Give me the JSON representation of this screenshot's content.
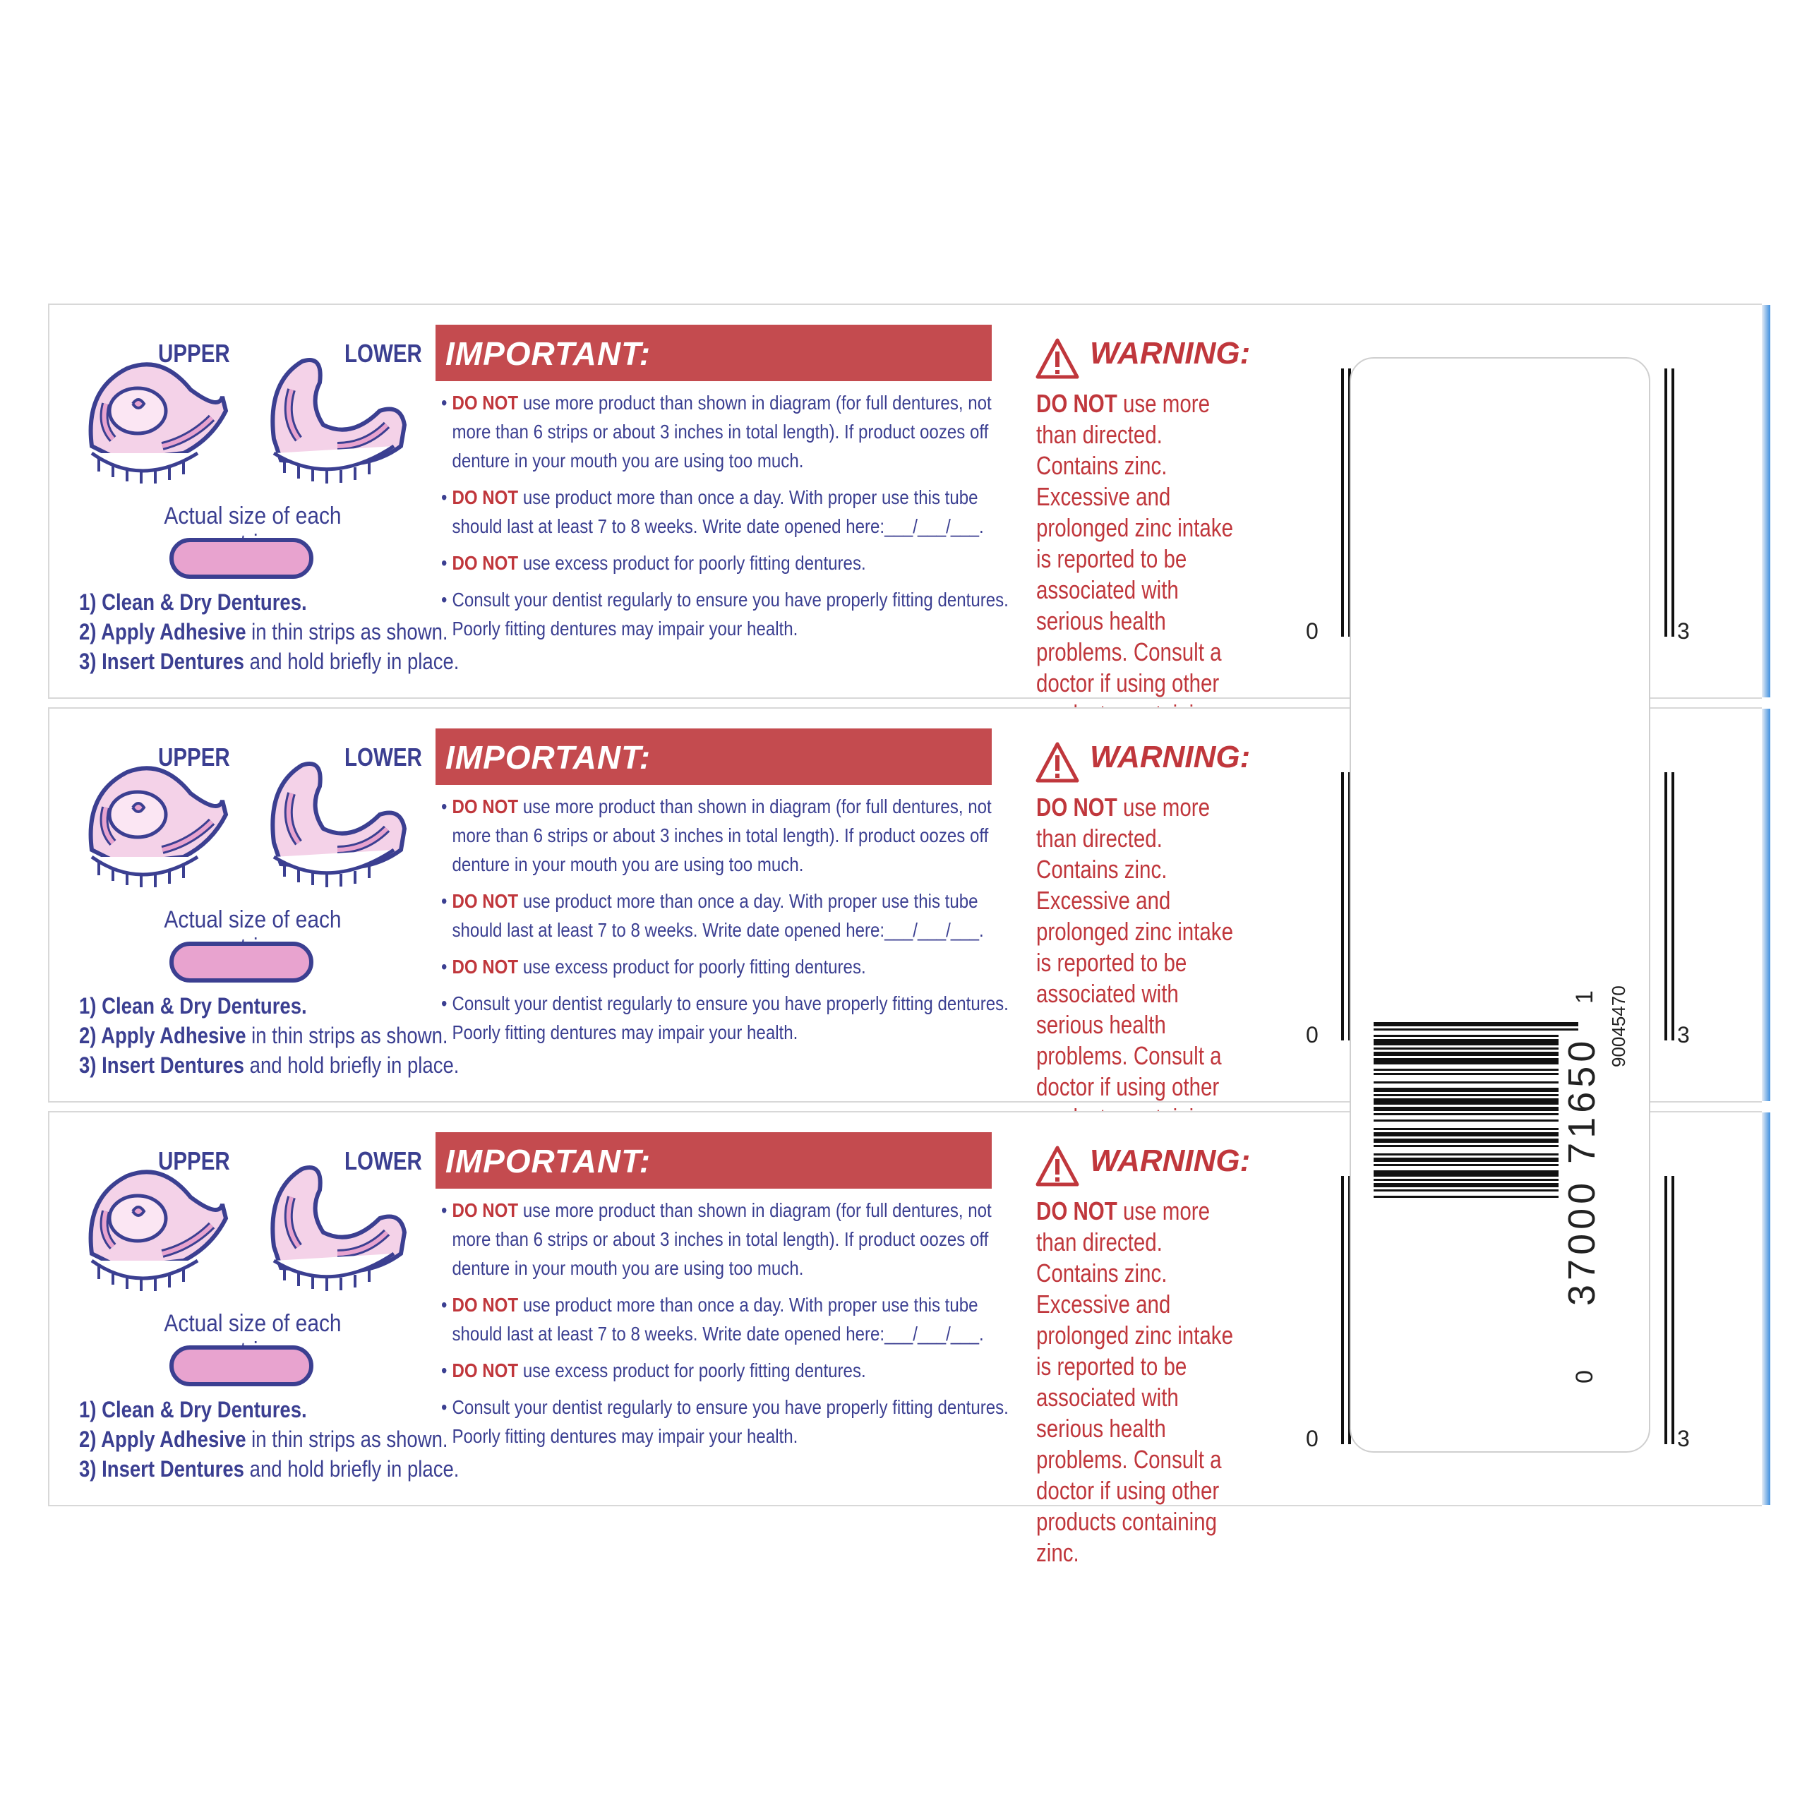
{
  "panels": [
    {
      "upper_label": "UPPER",
      "lower_label": "LOWER",
      "strip_label": "Actual size of each strip:",
      "steps": [
        {
          "bold": "1) Clean & Dry Dentures.",
          "rest": ""
        },
        {
          "bold": "2) Apply Adhesive",
          "rest": " in thin strips as shown."
        },
        {
          "bold": "3) Insert Dentures",
          "rest": " and hold briefly in place."
        }
      ],
      "important_title": "IMPORTANT:",
      "important_items": [
        {
          "lead": "DO NOT",
          "text": " use more product than shown in diagram (for full dentures, not more than 6 strips or about 3 inches in total length). If product oozes off denture in your mouth you are using too much."
        },
        {
          "lead": "DO NOT",
          "text": " use product more than once a day. With proper use this tube should last at least 7 to 8 weeks. Write date opened here:___/___/___."
        },
        {
          "lead": "DO NOT",
          "text": " use excess product for poorly fitting dentures."
        },
        {
          "lead": "",
          "text": "Consult your dentist regularly to ensure you have properly fitting dentures. Poorly fitting dentures may impair your health."
        }
      ],
      "warning_title": "WARNING:",
      "warning_lead": "DO NOT",
      "warning_text": " use more than directed. Contains zinc. Excessive and prolonged zinc intake is reported to be associated with serious health problems. Consult a doctor if using other products containing zinc.",
      "digit_left": "0",
      "digit_right": "3"
    },
    {
      "upper_label": "UPPER",
      "lower_label": "LOWER",
      "strip_label": "Actual size of each strip:",
      "steps": [
        {
          "bold": "1) Clean & Dry Dentures.",
          "rest": ""
        },
        {
          "bold": "2) Apply Adhesive",
          "rest": " in thin strips as shown."
        },
        {
          "bold": "3) Insert Dentures",
          "rest": " and hold briefly in place."
        }
      ],
      "important_title": "IMPORTANT:",
      "important_items": [
        {
          "lead": "DO NOT",
          "text": " use more product than shown in diagram (for full dentures, not more than 6 strips or about 3 inches in total length). If product oozes off denture in your mouth you are using too much."
        },
        {
          "lead": "DO NOT",
          "text": " use product more than once a day. With proper use this tube should last at least 7 to 8 weeks. Write date opened here:___/___/___."
        },
        {
          "lead": "DO NOT",
          "text": " use excess product for poorly fitting dentures."
        },
        {
          "lead": "",
          "text": "Consult your dentist regularly to ensure you have properly fitting dentures. Poorly fitting dentures may impair your health."
        }
      ],
      "warning_title": "WARNING:",
      "warning_lead": "DO NOT",
      "warning_text": " use more than directed. Contains zinc. Excessive and prolonged zinc intake is reported to be associated with serious health problems. Consult a doctor if using other products containing zinc.",
      "digit_left": "0",
      "digit_right": "3"
    },
    {
      "upper_label": "UPPER",
      "lower_label": "LOWER",
      "strip_label": "Actual size of each strip:",
      "steps": [
        {
          "bold": "1) Clean & Dry Dentures.",
          "rest": ""
        },
        {
          "bold": "2) Apply Adhesive",
          "rest": " in thin strips as shown."
        },
        {
          "bold": "3) Insert Dentures",
          "rest": " and hold briefly in place."
        }
      ],
      "important_title": "IMPORTANT:",
      "important_items": [
        {
          "lead": "DO NOT",
          "text": " use more product than shown in diagram (for full dentures, not more than 6 strips or about 3 inches in total length). If product oozes off denture in your mouth you are using too much."
        },
        {
          "lead": "DO NOT",
          "text": " use product more than once a day. With proper use this tube should last at least 7 to 8 weeks. Write date opened here:___/___/___."
        },
        {
          "lead": "DO NOT",
          "text": " use excess product for poorly fitting dentures."
        },
        {
          "lead": "",
          "text": "Consult your dentist regularly to ensure you have properly fitting dentures. Poorly fitting dentures may impair your health."
        }
      ],
      "warning_title": "WARNING:",
      "warning_lead": "DO NOT",
      "warning_text": " use more than directed. Contains zinc. Excessive and prolonged zinc intake is reported to be associated with serious health problems. Consult a doctor if using other products containing zinc.",
      "digit_left": "0",
      "digit_right": "3"
    }
  ],
  "barcode": {
    "main_number": "37000 71650",
    "leading_digit": "0",
    "trailing_digit": "1",
    "small_code": "90045470"
  },
  "colors": {
    "brand_blue": "#3b3f91",
    "warning_red": "#c0373c",
    "important_bar": "#c44b4f",
    "strip_pink": "#e8a3cf"
  }
}
